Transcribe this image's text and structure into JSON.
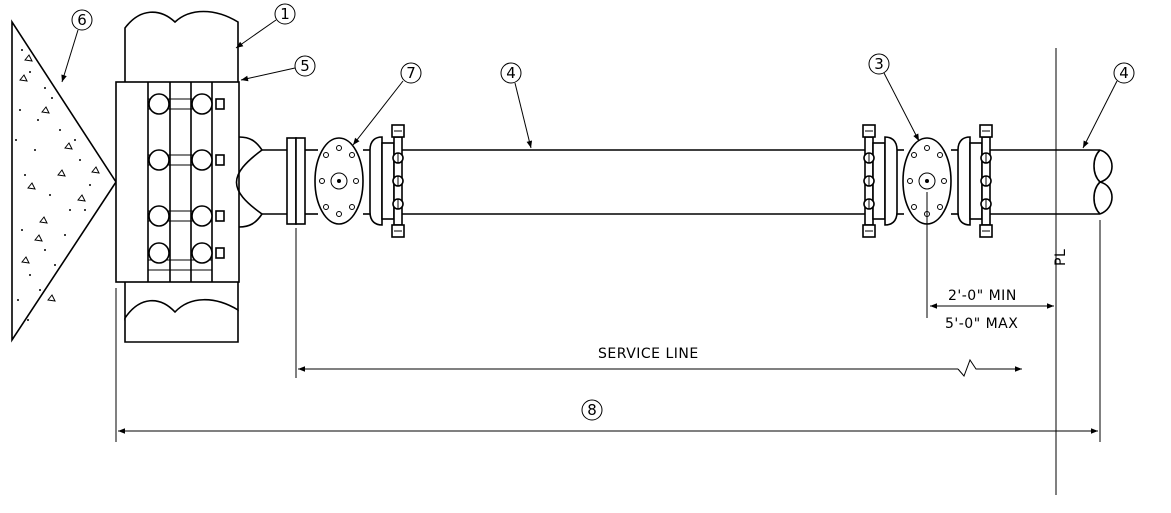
{
  "callouts": {
    "c1": "1",
    "c3": "3",
    "c4a": "4",
    "c4b": "4",
    "c5": "5",
    "c6": "6",
    "c7": "7",
    "c8": "8"
  },
  "dimensions": {
    "min": "2'-0\" MIN",
    "max": "5'-0\" MAX",
    "service_line": "SERVICE LINE"
  },
  "property_line_symbol": "PL"
}
